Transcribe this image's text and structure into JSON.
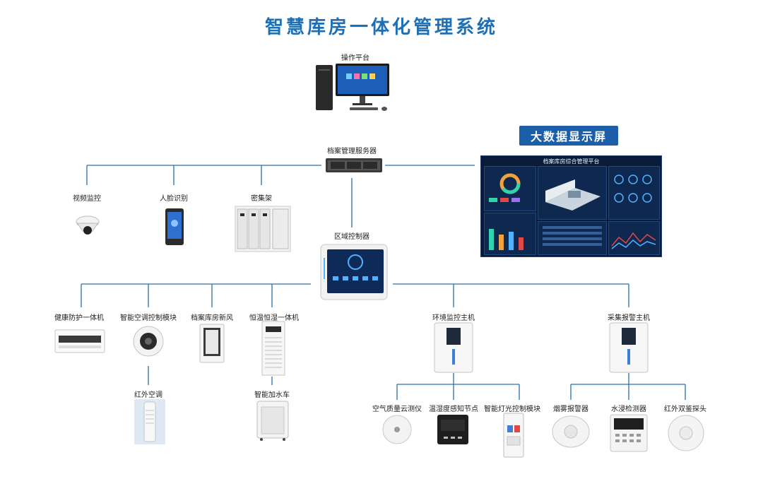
{
  "title": "智慧库房一体化管理系统",
  "colors": {
    "line": "#2d6fae",
    "title": "#1f6fb5",
    "tag_bg": "#1c5fa8",
    "screen_bg": "#0a1b3a"
  },
  "nodes": {
    "operation_platform": "操作平台",
    "archive_server": "档案管理服务器",
    "video_monitor": "视频监控",
    "face_recognition": "人脸识别",
    "compact_shelf": "密集架",
    "regional_controller": "区域控制器",
    "health_protection": "健康防护一体机",
    "smart_ac_module": "智能空调控制模块",
    "archive_fresh_air": "档案库房新风",
    "constant_temp_humidity": "恒温恒湿一体机",
    "env_monitor_host": "环境监控主机",
    "alarm_host": "采集报警主机",
    "infrared_ac": "红外空调",
    "smart_humidifier_cart": "智能加水车",
    "air_quality": "空气质量云测仪",
    "temp_humidity_node": "温湿度感知节点",
    "smart_light_module": "智能灯光控制模块",
    "smoke_alarm": "烟雾报警器",
    "water_leak_detector": "水浸检测器",
    "infrared_dual_detector": "红外双鉴探头"
  },
  "big_screen": {
    "tag": "大数据显示屏",
    "title": "档案库房综合管理平台"
  }
}
